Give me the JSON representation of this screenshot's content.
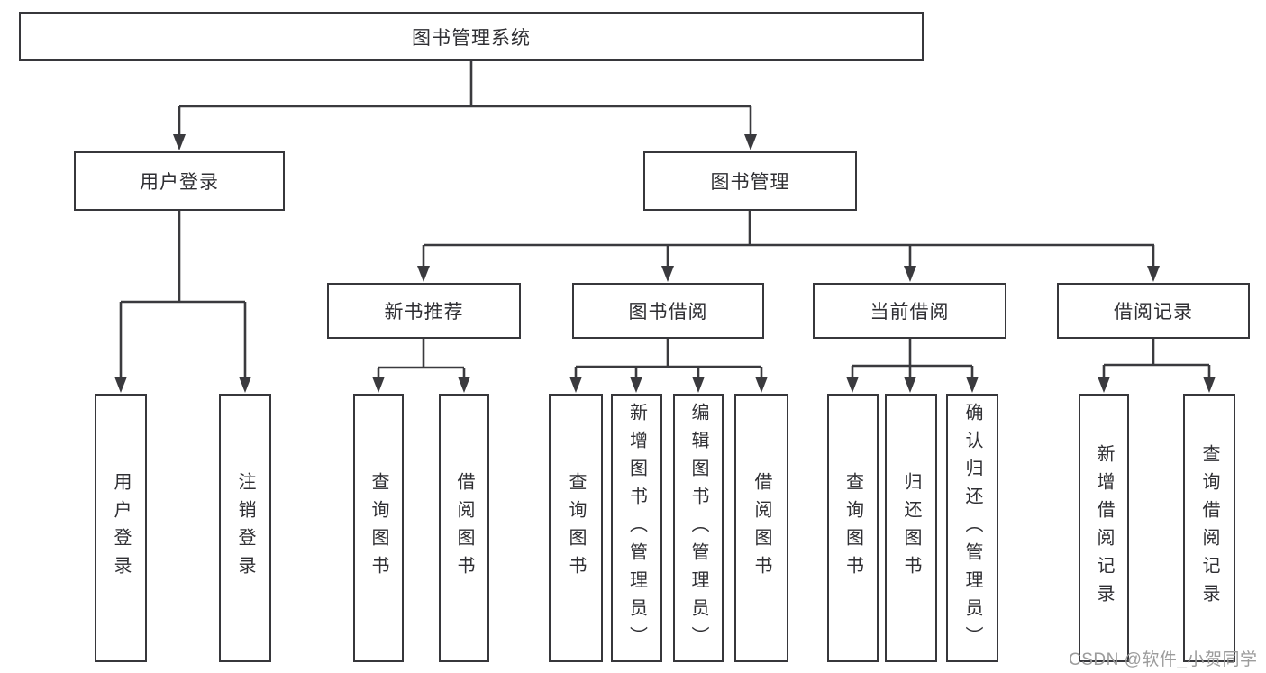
{
  "tree": {
    "root": {
      "label": "图书管理系统"
    },
    "level2": [
      {
        "label": "用户登录"
      },
      {
        "label": "图书管理"
      }
    ],
    "level3": [
      {
        "label": "新书推荐",
        "parent": "图书管理"
      },
      {
        "label": "图书借阅",
        "parent": "图书管理"
      },
      {
        "label": "当前借阅",
        "parent": "图书管理"
      },
      {
        "label": "借阅记录",
        "parent": "图书管理"
      }
    ],
    "leaves": [
      {
        "label": "用户登录",
        "parent": "用户登录"
      },
      {
        "label": "注销登录",
        "parent": "用户登录"
      },
      {
        "label": "查询图书",
        "parent": "新书推荐"
      },
      {
        "label": "借阅图书",
        "parent": "新书推荐"
      },
      {
        "label": "查询图书",
        "parent": "图书借阅"
      },
      {
        "label": "新增图书（管理员）",
        "parent": "图书借阅"
      },
      {
        "label": "编辑图书（管理员）",
        "parent": "图书借阅"
      },
      {
        "label": "借阅图书",
        "parent": "图书借阅"
      },
      {
        "label": "查询图书",
        "parent": "当前借阅"
      },
      {
        "label": "归还图书",
        "parent": "当前借阅"
      },
      {
        "label": "确认归还（管理员）",
        "parent": "当前借阅"
      },
      {
        "label": "新增借阅记录",
        "parent": "借阅记录"
      },
      {
        "label": "查询借阅记录",
        "parent": "借阅记录"
      }
    ]
  },
  "watermark": {
    "text": "CSDN @软件_小贺同学"
  },
  "colors": {
    "line": "#3a3a3e",
    "border": "#37373b",
    "text": "#2f2f33",
    "watermark": "#9c9c9c",
    "background": "#ffffff"
  }
}
